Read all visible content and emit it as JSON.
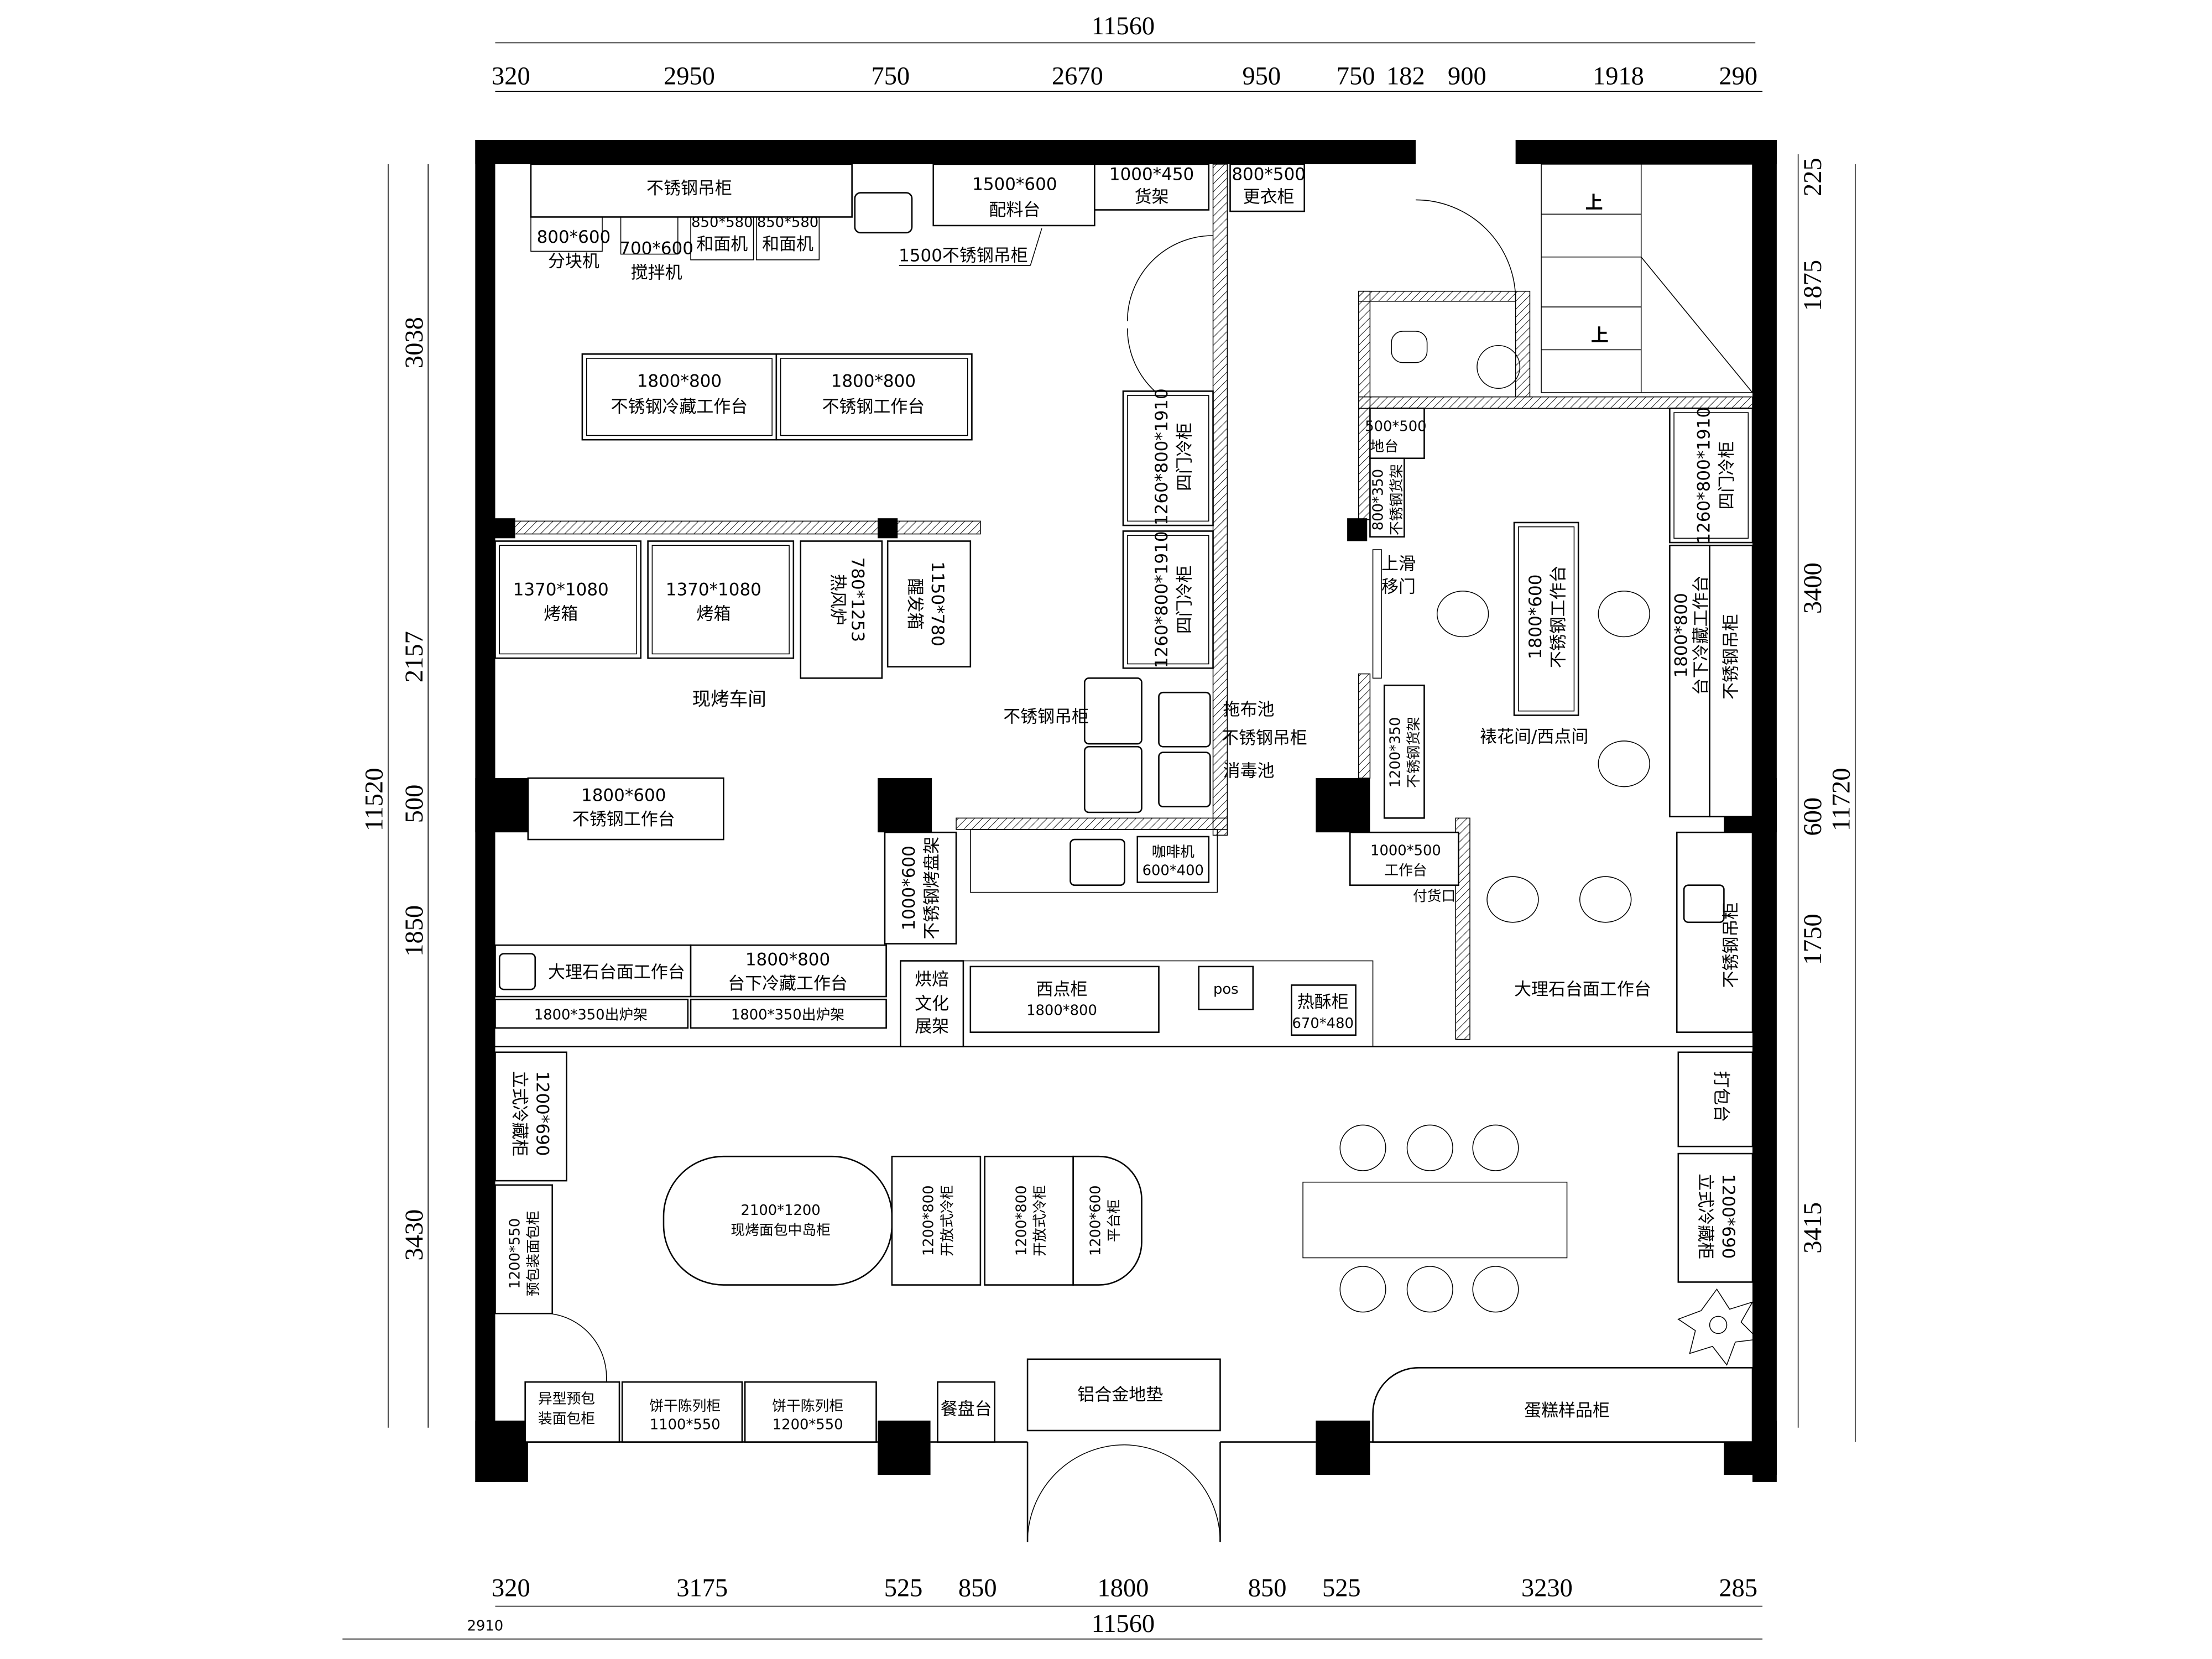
{
  "title": "烘焙店平面布置图",
  "dims": {
    "top_total": "11560",
    "top": [
      "320",
      "2950",
      "750",
      "2670",
      "950",
      "750",
      "182",
      "900",
      "1918",
      "290"
    ],
    "bottom": [
      "320",
      "3175",
      "525",
      "850",
      "1800",
      "850",
      "525",
      "3230",
      "285"
    ],
    "bottom_total": "11560",
    "bottom_small": "2910",
    "left": [
      "3038",
      "2157",
      "500",
      "1850",
      "3430"
    ],
    "left_total": "11520",
    "right": [
      "225",
      "1875",
      "3400",
      "600",
      "1750",
      "3415"
    ],
    "right_total": "11720"
  },
  "rooms": {
    "bakery_workshop": "现烤车间",
    "decorating_room": "裱花间/西点间"
  },
  "fixtures": {
    "top_hanging_cabinet": "不锈钢吊柜",
    "divider": {
      "size": "800*600",
      "name": "分块机"
    },
    "mixer": {
      "size": "700*600",
      "name": "搅拌机"
    },
    "dough_mixer_1": {
      "size": "850*580",
      "name": "和面机"
    },
    "dough_mixer_2": {
      "size": "850*580",
      "name": "和面机"
    },
    "prep_table": {
      "size": "1500*600",
      "name": "配料台"
    },
    "shelf": {
      "size": "1000*450",
      "name": "货架"
    },
    "locker": {
      "size": "800*500",
      "name": "更衣柜"
    },
    "hanging_1500": "1500不锈钢吊柜",
    "cold_table": {
      "size": "1800*800",
      "name": "不锈钢冷藏工作台"
    },
    "steel_table": {
      "size": "1800*800",
      "name": "不锈钢工作台"
    },
    "oven_1": {
      "size": "1370*1080",
      "name": "烤箱"
    },
    "oven_2": {
      "size": "1370*1080",
      "name": "烤箱"
    },
    "convection_oven": {
      "name": "热风炉",
      "size": "780*1253"
    },
    "proofer": {
      "size": "1150*780",
      "name": "醒发箱"
    },
    "fridge_1": {
      "size": "1260*800*1910",
      "name": "四门冷柜"
    },
    "fridge_2": {
      "size": "1260*800*1910",
      "name": "四门冷柜"
    },
    "hanging_cabinet_mid": "不锈钢吊柜",
    "mop_sink": "拖布池",
    "hanging_cabinet_sink": "不锈钢吊柜",
    "disinfect_sink": "消毒池",
    "work_table_600": {
      "size": "1800*600",
      "name": "不锈钢工作台"
    },
    "tray_rack": {
      "size": "1000*600",
      "name": "不锈钢烤盘架"
    },
    "coffee": {
      "name": "咖啡机",
      "size": "600*400"
    },
    "marble_table": "大理石台面工作台",
    "under_cold_table": {
      "size": "1800*800",
      "name": "台下冷藏工作台"
    },
    "rack_1": "1800*350出炉架",
    "rack_2": "1800*350出炉架",
    "culture_shelf": [
      "烘焙",
      "文化",
      "展架"
    ],
    "pastry_cabinet": {
      "name": "西点柜",
      "size": "1800*800"
    },
    "pos": "pos",
    "warm_cabinet": {
      "name": "热酥柜",
      "size": "670*480"
    },
    "upright_fridge_left": {
      "size": "1200*690",
      "name": "立式冷藏柜"
    },
    "bread_cabinet": {
      "size": "1200*550",
      "name": "预包装面包柜"
    },
    "island": {
      "size": "2100*1200",
      "name": "现烤面包中岛柜"
    },
    "open_fridge_1": {
      "size": "1200*800",
      "name": "开放式冷柜"
    },
    "open_fridge_2": {
      "size": "1200*800",
      "name": "开放式冷柜"
    },
    "platform": {
      "size": "1200*600",
      "name": "平台柜"
    },
    "special_cabinet": [
      "异型预包",
      "装面包柜"
    ],
    "biscuit_1": {
      "name": "饼干陈列柜",
      "size": "1100*550"
    },
    "biscuit_2": {
      "name": "饼干陈列柜",
      "size": "1200*550"
    },
    "tray_table": "餐盘台",
    "mat": "铝合金地垫",
    "cake_cabinet": "蛋糕样品柜",
    "floor_platform": {
      "size": "500*500",
      "name": "地台"
    },
    "steel_rack_800": {
      "size": "800*350",
      "name": "不锈钢货架"
    },
    "sliding_door": [
      "上滑",
      "移门"
    ],
    "decor_table": {
      "size": "1800*600",
      "name": "不锈钢工作台"
    },
    "fridge_3": {
      "size": "1260*800*1910",
      "name": "四门冷柜"
    },
    "under_cold_right": {
      "size": "1800*800",
      "name": "台下冷藏工作台"
    },
    "hanging_right": "不锈钢吊柜",
    "steel_rack_1200": {
      "size": "1200*350",
      "name": "不锈钢货架"
    },
    "work_1000": {
      "size": "1000*500",
      "name": "工作台"
    },
    "pickup": "付货口",
    "marble_right": "大理石台面工作台",
    "hanging_right_2": "不锈钢吊柜",
    "pack_table": "打包台",
    "upright_fridge_right": {
      "size": "1200*690",
      "name": "立式冷藏柜"
    },
    "stairs_up_1": "上",
    "stairs_up_2": "上"
  }
}
